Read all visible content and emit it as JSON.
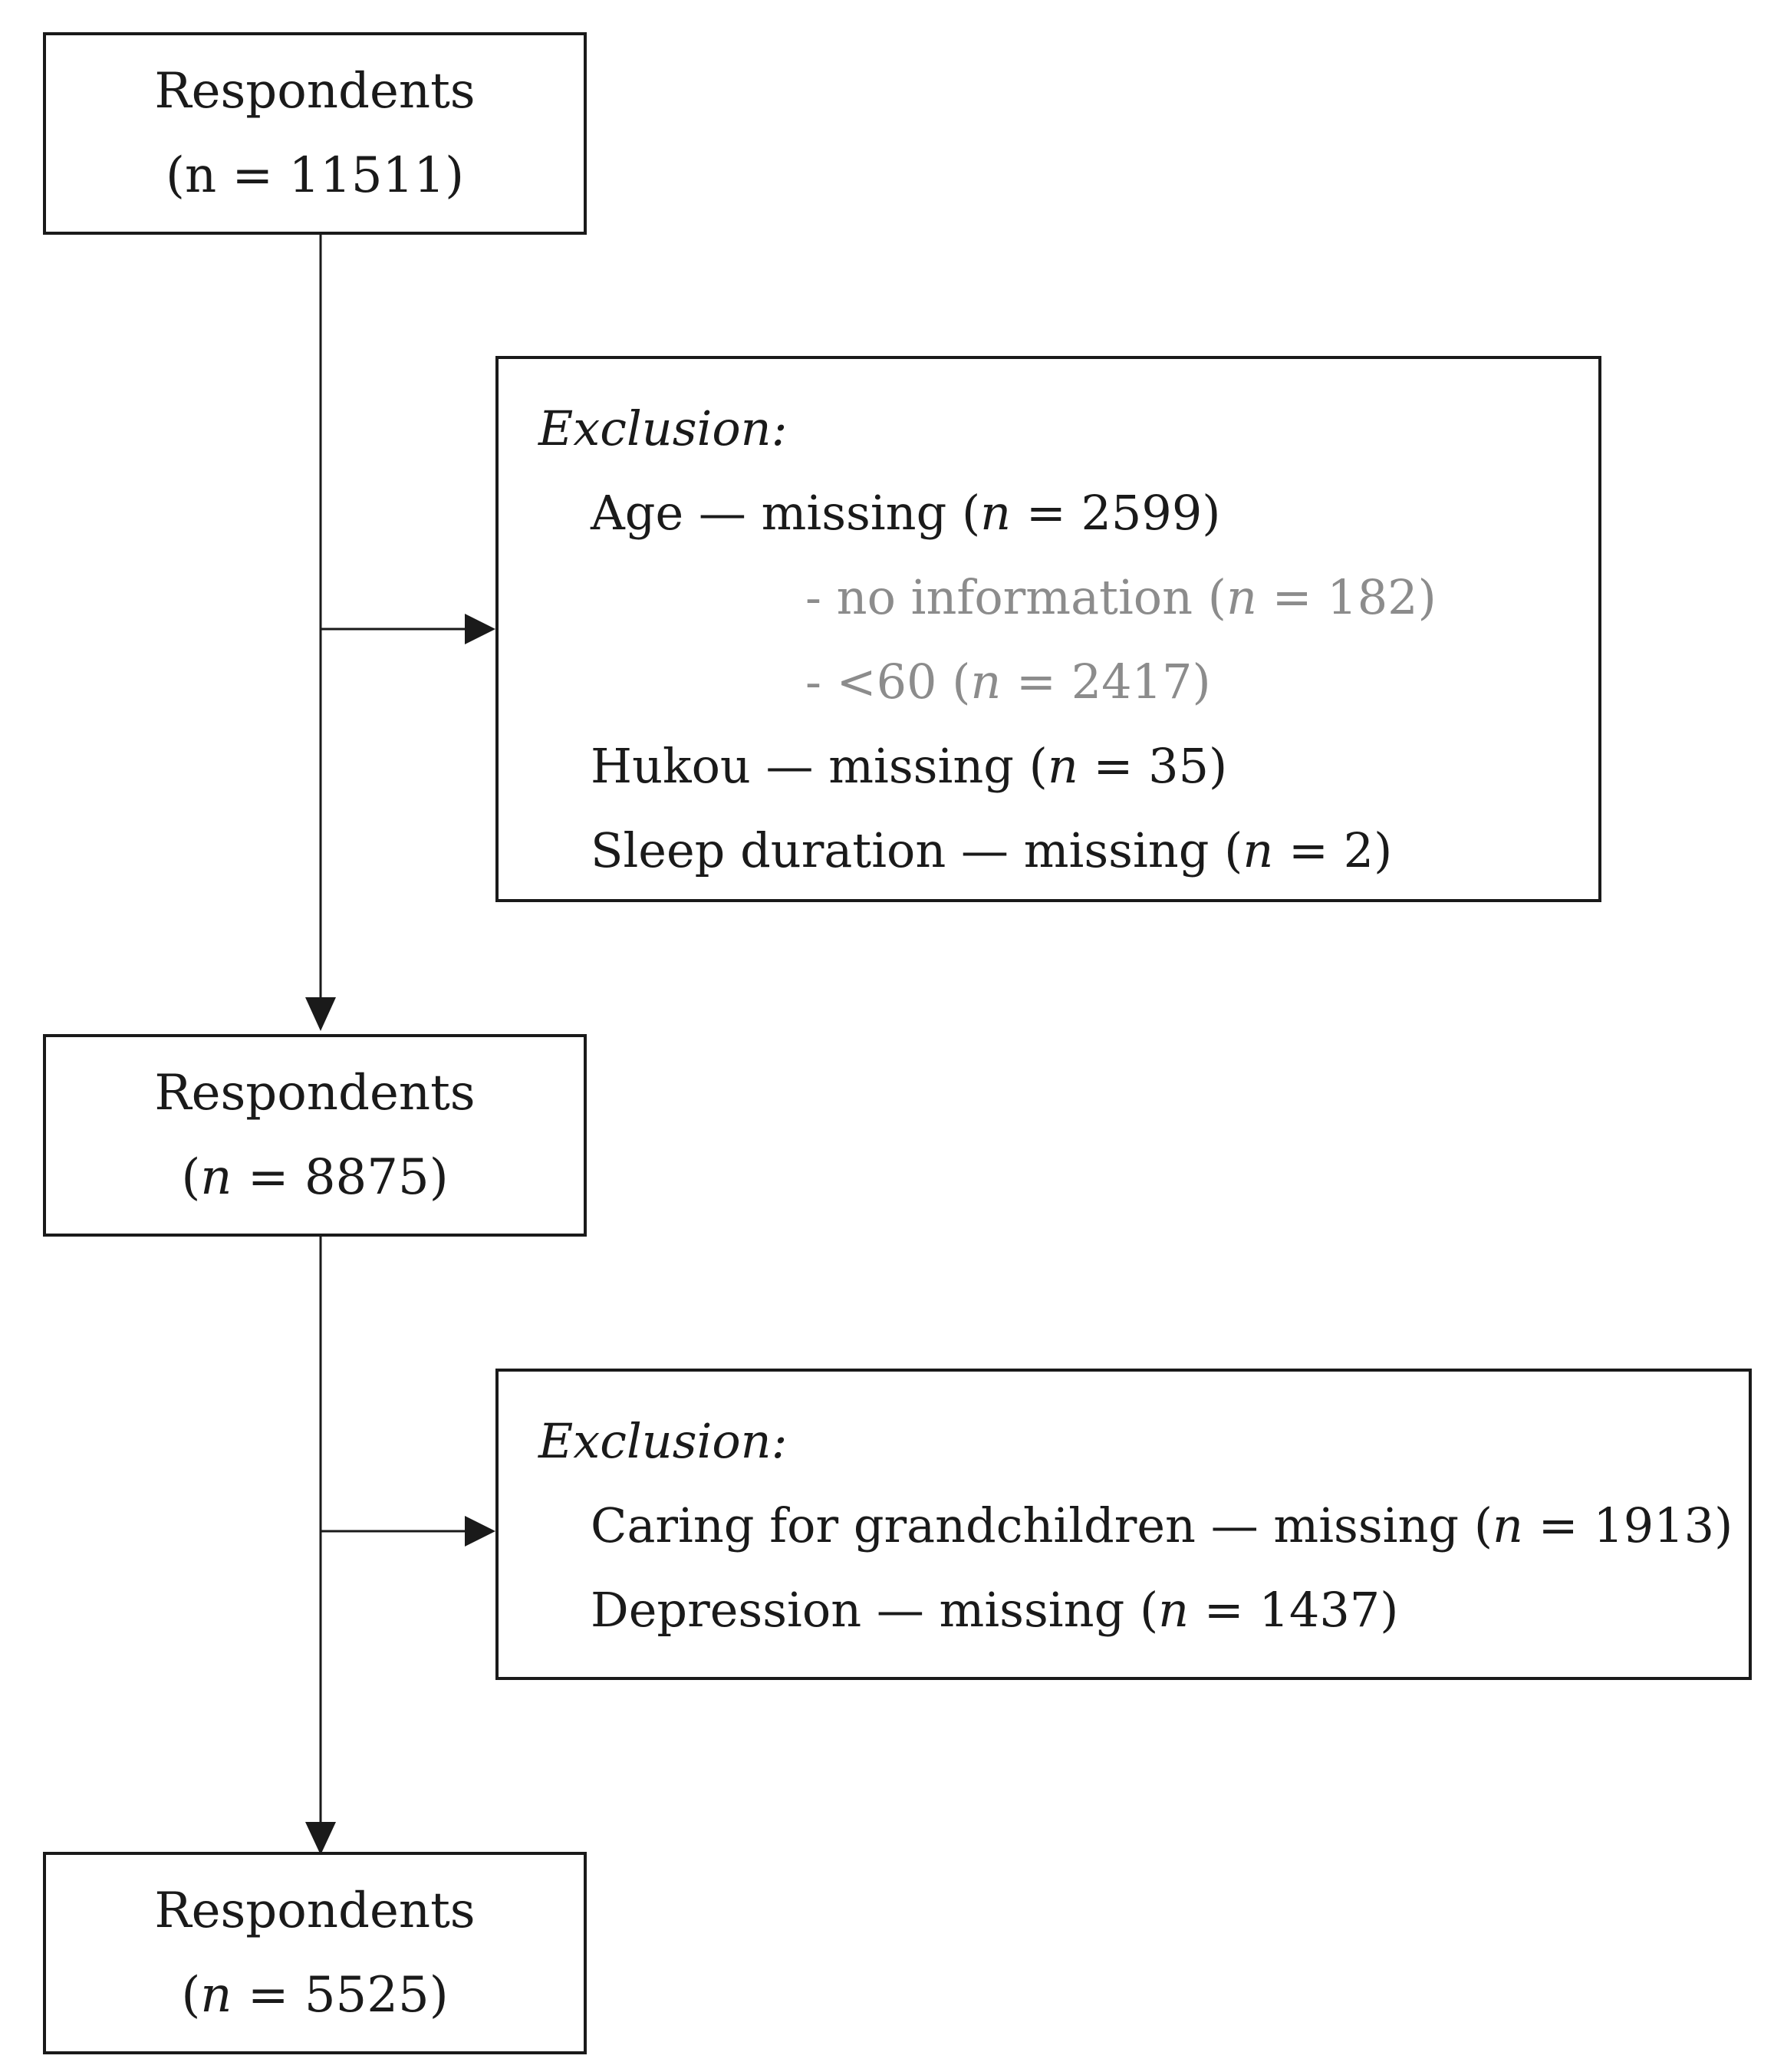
{
  "box1": {
    "title": "Respondents",
    "n_prefix": "(n = ",
    "n_value": "11511",
    "n_suffix": ")"
  },
  "exclusion1": {
    "heading": "Exclusion:",
    "age": {
      "label": "Age — missing (",
      "n": "n",
      "value": " = 2599)"
    },
    "sub1": {
      "label": "- no information (",
      "n": "n",
      "value": " = 182)"
    },
    "sub2": {
      "label": "- <60 (",
      "n": "n",
      "value": " = 2417)"
    },
    "hukou": {
      "label": "Hukou — missing (",
      "n": "n",
      "value": " = 35)"
    },
    "sleep": {
      "label": "Sleep duration — missing (",
      "n": "n",
      "value": " = 2)"
    }
  },
  "box2": {
    "title": "Respondents",
    "n_prefix": "(",
    "n": "n",
    "n_value": " = 8875)"
  },
  "exclusion2": {
    "heading": "Exclusion:",
    "caring": {
      "label": "Caring for grandchildren — missing (",
      "n": "n",
      "value": " = 1913)"
    },
    "depression": {
      "label": "Depression — missing (",
      "n": "n",
      "value": " = 1437)"
    }
  },
  "box3": {
    "title": "Respondents",
    "n_prefix": "(",
    "n": "n",
    "n_value": " = 5525)"
  }
}
